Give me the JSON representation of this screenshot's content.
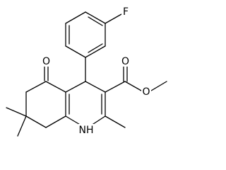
{
  "molecule": {
    "atom_labels": {
      "fluorine": "F",
      "ketone_oxygen": "O",
      "ester_carbonyl_oxygen": "O",
      "ester_ether_oxygen": "O",
      "amine": "NH"
    }
  }
}
